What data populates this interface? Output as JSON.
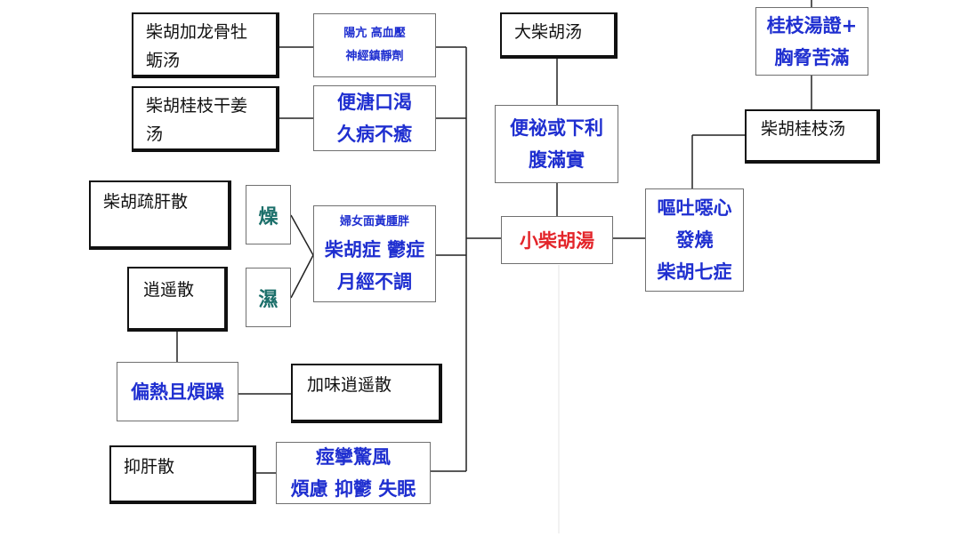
{
  "colors": {
    "condition_text": "#1f2fd0",
    "center_text": "#e3252a",
    "moisture_text": "#1b6f6a",
    "line": "#222222"
  },
  "formulas": {
    "chaihu_longgu_muli": [
      "柴胡加龙骨牡",
      "蛎汤"
    ],
    "chaihu_guizhi_ganjiang": [
      "柴胡桂枝干姜",
      "汤"
    ],
    "chaihu_shugan": "柴胡疏肝散",
    "xiaoyao": "逍遥散",
    "jiawei_xiaoyao": "加味逍遥散",
    "yigan": "抑肝散",
    "da_chaihu": "大柴胡汤",
    "chaihu_guizhi": "柴胡桂枝汤",
    "xiao_chaihu": "小柴胡湯"
  },
  "conditions": {
    "yang_kang": [
      "陽亢  高血壓",
      "神經鎮靜劑"
    ],
    "constipation_chronic": [
      "便溏口渴",
      "久病不癒"
    ],
    "dryness": "燥",
    "dampness": "濕",
    "women": [
      "婦女面黃腫胖",
      "柴胡症 鬱症",
      "月經不調"
    ],
    "heat_irritability": "偏熱且煩躁",
    "convulsion": [
      "痙攣驚風",
      "煩慮 抑鬱 失眠"
    ],
    "constipation_fullness": [
      "便祕或下利",
      "腹滿實"
    ],
    "guizhi_sign": [
      "桂枝湯證+",
      "胸脅苦滿"
    ],
    "vomit": [
      "嘔吐噁心",
      "發燒",
      "柴胡七症"
    ]
  }
}
